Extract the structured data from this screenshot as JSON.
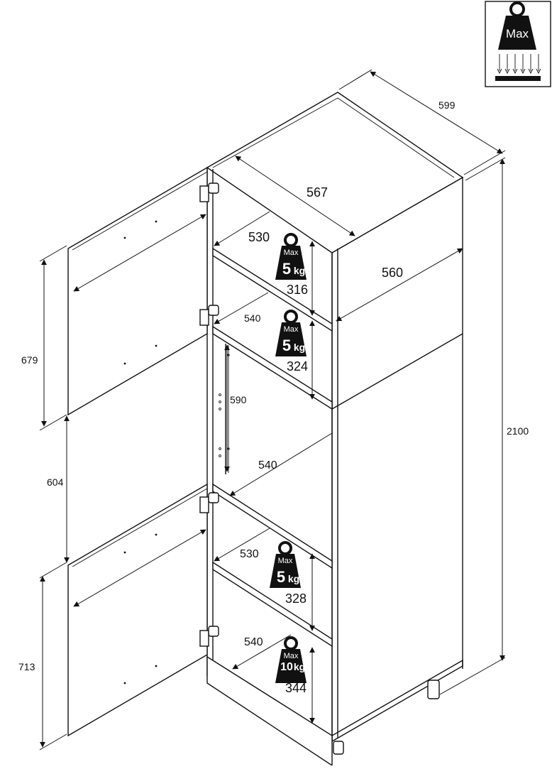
{
  "legend": {
    "text": "Max",
    "icon": "max-load-weight-icon"
  },
  "dimensions": {
    "depth_outer": "599",
    "top_inner_depth": "567",
    "side_depth": "560",
    "total_height": "2100",
    "upper_door_height": "679",
    "middle_gap_height": "604",
    "lower_door_height": "713",
    "inner_back_height": "590",
    "middle_shelf_depth": "540",
    "shelf_1_depth": "530",
    "shelf_1_clearance": "316",
    "shelf_2_depth": "540",
    "shelf_2_clearance": "324",
    "shelf_3_depth": "530",
    "shelf_3_clearance": "328",
    "shelf_4_depth": "540",
    "shelf_4_clearance": "344"
  },
  "weights": [
    {
      "top": "Max",
      "value": "5",
      "unit": "kg"
    },
    {
      "top": "Max",
      "value": "5",
      "unit": "kg"
    },
    {
      "top": "Max",
      "value": "5",
      "unit": "kg"
    },
    {
      "top": "Max",
      "value": "10",
      "unit": "kg"
    }
  ]
}
